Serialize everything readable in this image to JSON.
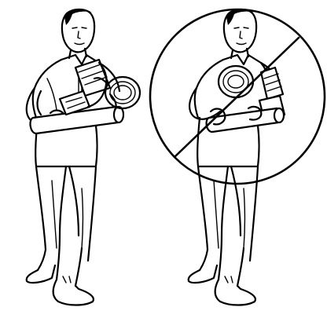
{
  "figure": {
    "panels": [
      {
        "id": "correct",
        "depiction": "person-carrying-equipment-correctly",
        "prohibited": false
      },
      {
        "id": "incorrect",
        "depiction": "person-carrying-equipment-incorrectly",
        "prohibited": true,
        "overlay_icon": "prohibition-icon"
      }
    ],
    "colors": {
      "ink": "#000000",
      "background": "#ffffff"
    }
  }
}
